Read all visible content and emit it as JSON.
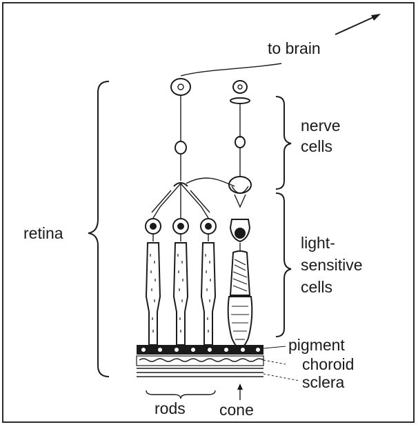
{
  "labels": {
    "to_brain": "to brain",
    "nerve_line1": "nerve",
    "nerve_line2": "cells",
    "retina": "retina",
    "light_line1": "light-",
    "light_line2": "sensitive",
    "light_line3": "cells",
    "pigment": "pigment",
    "choroid": "choroid",
    "sclera": "sclera",
    "rods": "rods",
    "cone": "cone"
  },
  "colors": {
    "ink": "#1a1a1a",
    "background": "#ffffff"
  }
}
